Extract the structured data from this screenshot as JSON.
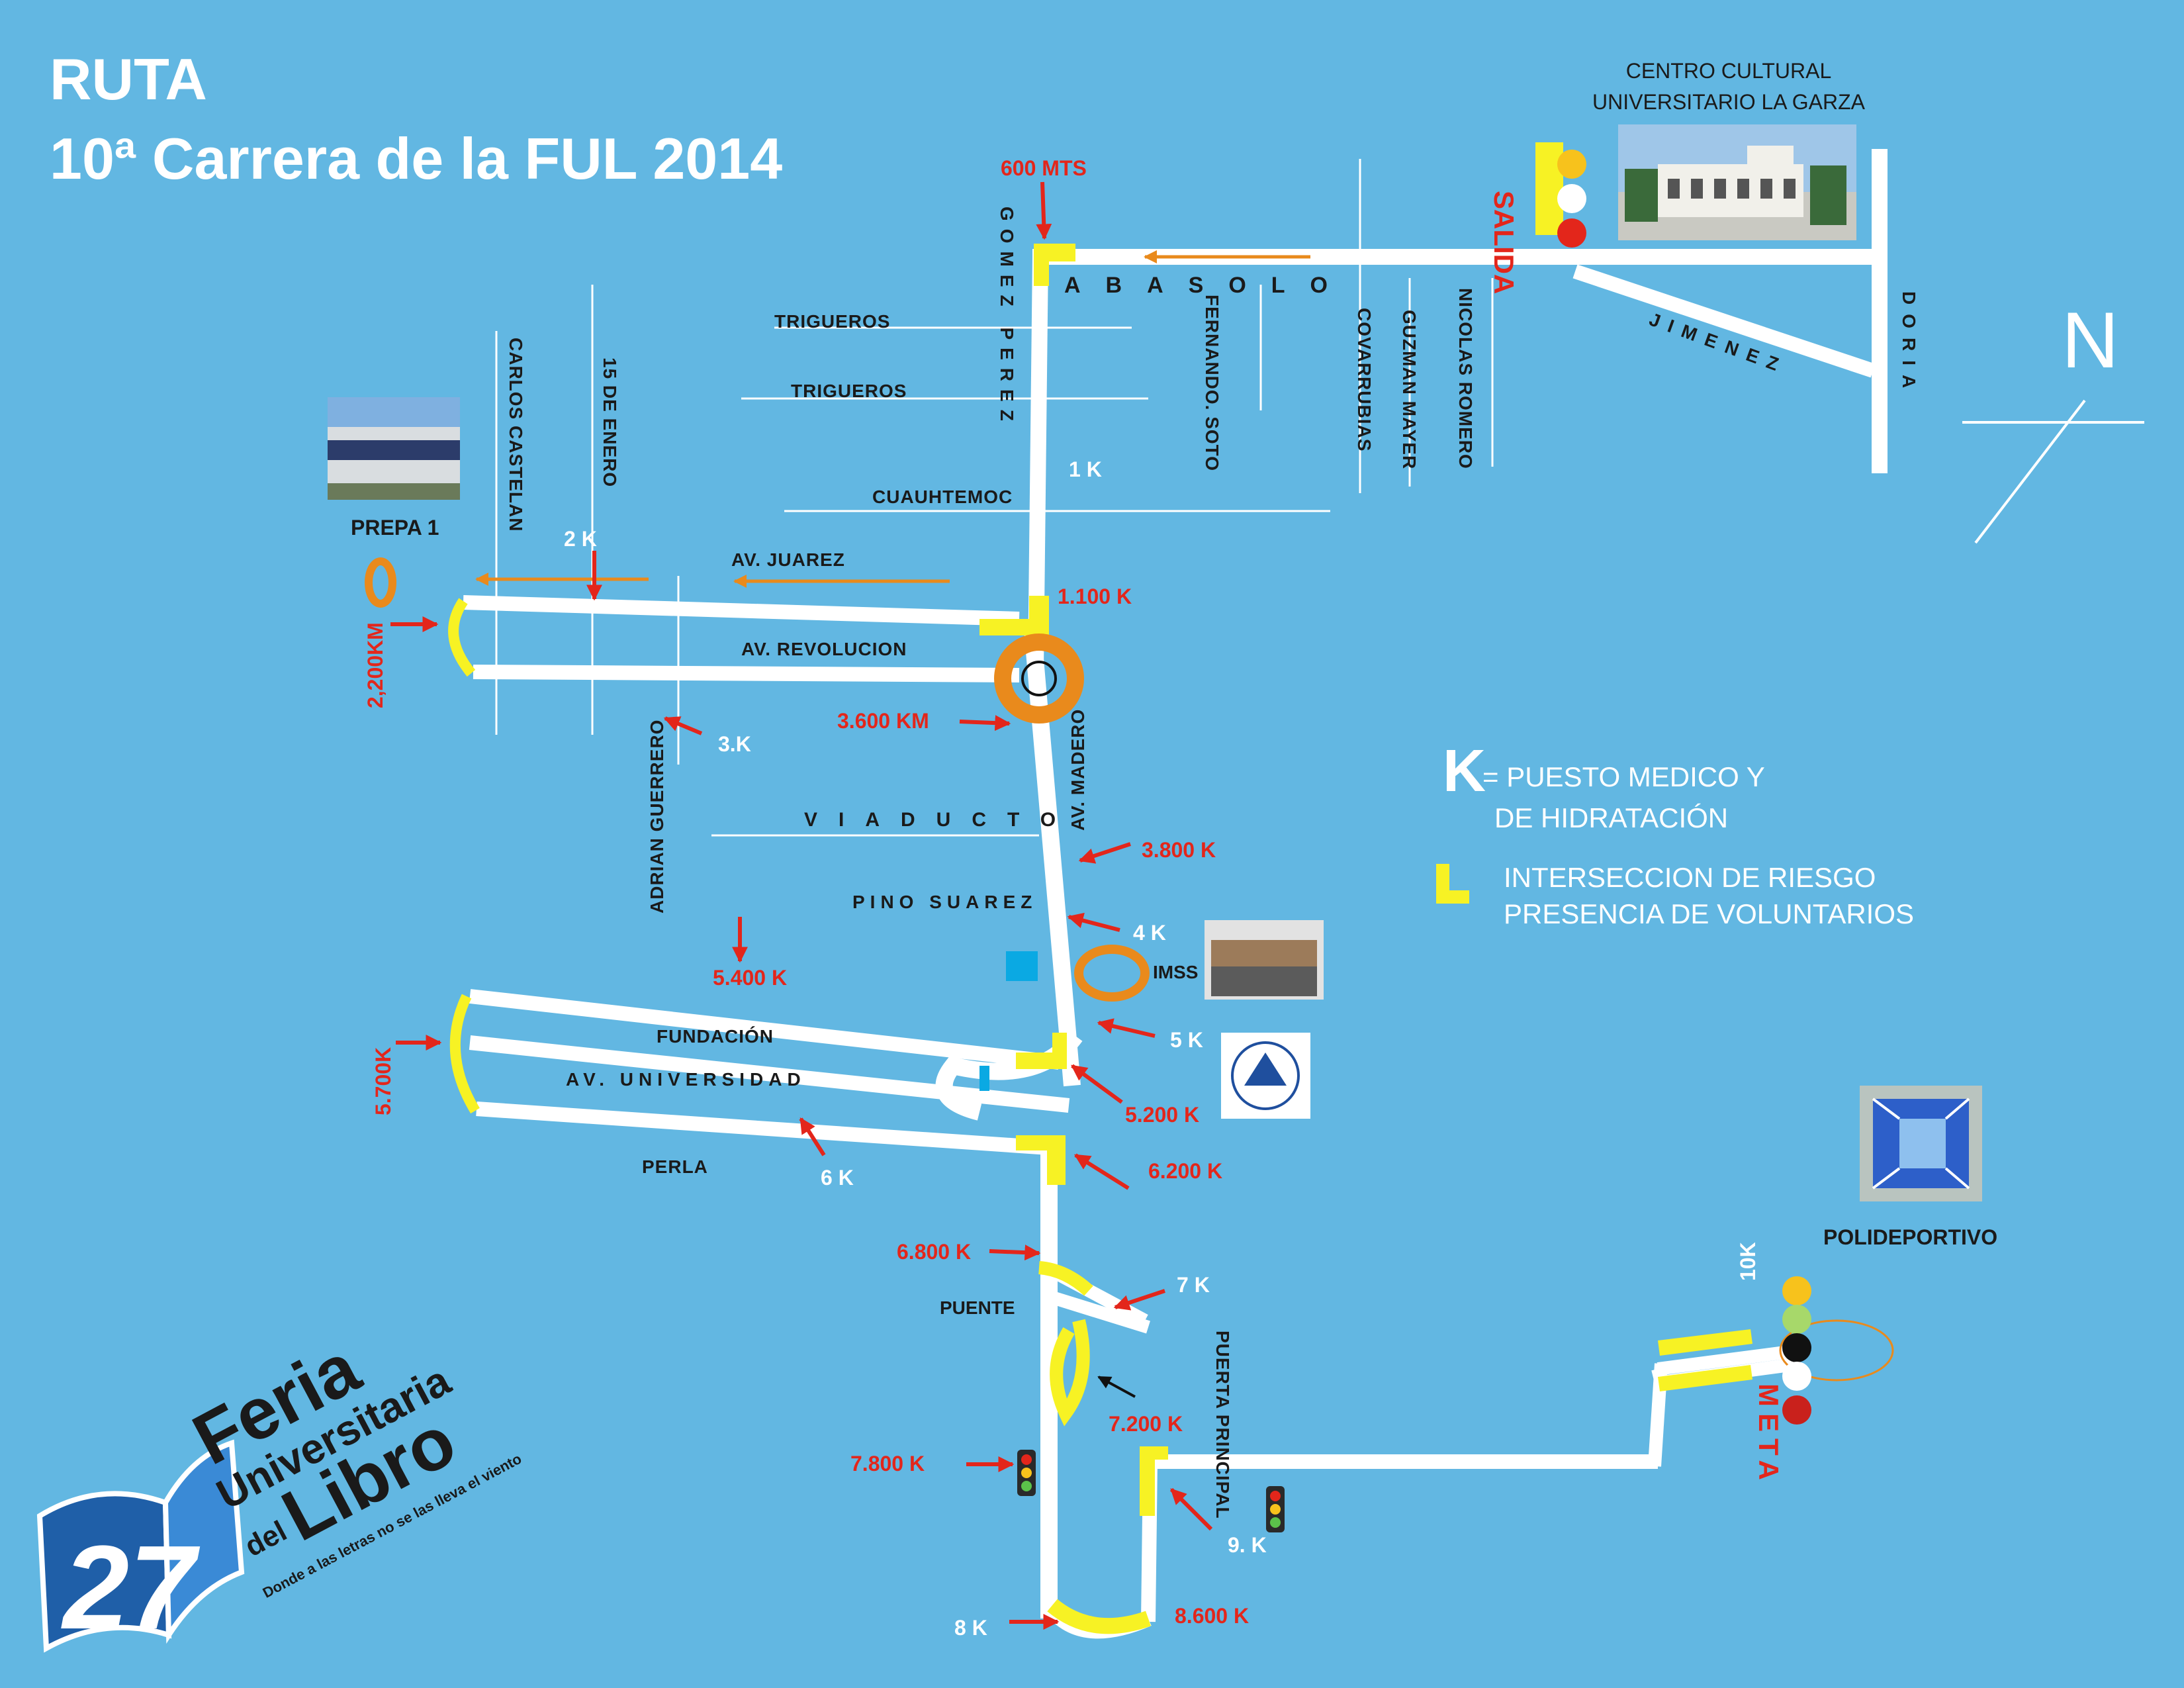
{
  "title": {
    "line1": "RUTA",
    "line2": "10ª Carrera de la FUL 2014"
  },
  "places": {
    "centro_cultural_1": "CENTRO CULTURAL",
    "centro_cultural_2": "UNIVERSITARIO LA GARZA",
    "prepa": "PREPA 1",
    "imss": "IMSS",
    "polideportivo": "POLIDEPORTIVO",
    "salida": "SALIDA",
    "meta": "META",
    "puente": "PUENTE",
    "puerta_principal": "PUERTA PRINCIPAL"
  },
  "streets": {
    "gomez_perez": "GOMEZ PEREZ",
    "abasolo": "ABASOLO",
    "trigueros_1": "TRIGUEROS",
    "trigueros_2": "TRIGUEROS",
    "cuauhtemoc": "CUAUHTEMOC",
    "fernando_soto": "FERNANDO.  SOTO",
    "covarrubias": "COVARRUBIAS",
    "guzman_mayer": "GUZMAN MAYER",
    "nicolas_romero": "NICOLAS ROMERO",
    "jimenez": "JIMENEZ",
    "doria": "DORIA",
    "carlos_castelan": "CARLOS  CASTELAN",
    "quince_enero": "15 DE ENERO",
    "av_juarez": "AV. JUAREZ",
    "av_revolucion": "AV. REVOLUCION",
    "adrian_guerrero": "ADRIAN GUERRERO",
    "viaducto": "VIADUCTO",
    "av_madero": "AV. MADERO",
    "pino_suarez": "PINO SUAREZ",
    "fundacion": "FUNDACIÓN",
    "av_universidad": "AV. UNIVERSIDAD",
    "perla": "PERLA"
  },
  "markers": {
    "m600": "600 MTS",
    "k1": "1 K",
    "k1100": "1.100 K",
    "k2": "2 K",
    "k2200": "2,200KM",
    "k3": "3.K",
    "k3600": "3.600 KM",
    "k3800": "3.800 K",
    "k4": "4 K",
    "k5": "5 K",
    "k5200": "5.200 K",
    "k5400": "5.400 K",
    "k5700": "5.700K",
    "k6": "6 K",
    "k6200": "6.200 K",
    "k6800": "6.800 K",
    "k7": "7 K",
    "k7200": "7.200 K",
    "k7800": "7.800 K",
    "k8": "8 K",
    "k8600": "8.600 K",
    "k9": "9. K",
    "k10": "10K"
  },
  "legend": {
    "k_letter": "K",
    "k_text_1": "= PUESTO MEDICO Y",
    "k_text_2": "DE HIDRATACIÓN",
    "risk_1": "INTERSECCION DE RIESGO",
    "risk_2": "PRESENCIA DE VOLUNTARIOS"
  },
  "compass": {
    "north": "N"
  },
  "logo": {
    "number": "27",
    "word1": "Feria",
    "word2": "Universitaria",
    "word3": "del",
    "word4": "Libro",
    "slogan": "Donde a las letras no se las lleva el viento"
  },
  "colors": {
    "background": "#62b7e2",
    "route": "#ffffff",
    "risk": "#f7f224",
    "marker": "#e3261b",
    "turn": "#e98a1c"
  }
}
